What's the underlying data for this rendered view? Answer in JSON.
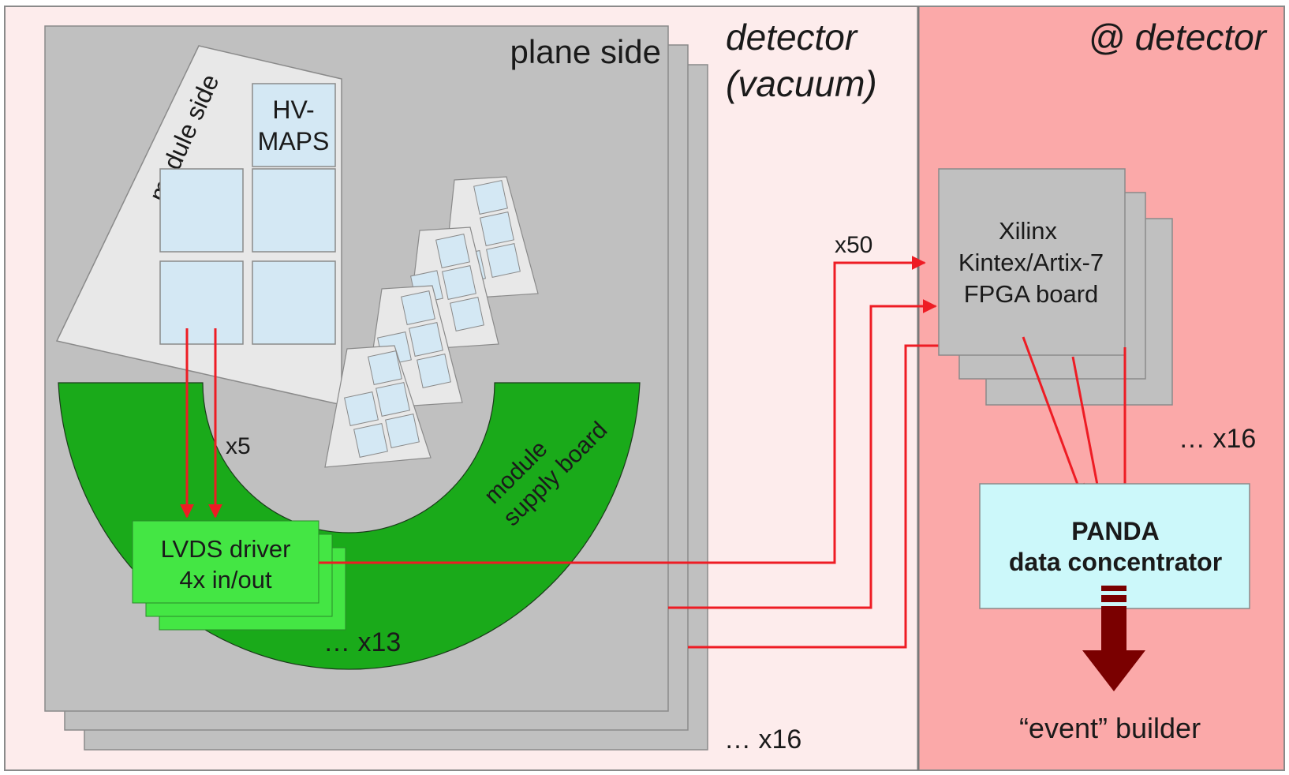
{
  "regions": {
    "vacuum_title_line1": "detector",
    "vacuum_title_line2": "(vacuum)",
    "atdetector_title": "@ detector"
  },
  "plane": {
    "label": "plane side",
    "multiplicity": "… x16"
  },
  "module": {
    "label": "module side",
    "chip_label_line1": "HV-",
    "chip_label_line2": "MAPS"
  },
  "supply_board": {
    "label_line1": "module",
    "label_line2": "supply board"
  },
  "lvds": {
    "label_line1": "LVDS driver",
    "label_line2": "4x in/out",
    "multiplicity": "… x13",
    "input_multiplicity": "x5"
  },
  "links": {
    "multiplicity": "x50"
  },
  "fpga": {
    "label_line1": "Xilinx",
    "label_line2": "Kintex/Artix-7",
    "label_line3": "FPGA board",
    "multiplicity": "… x16"
  },
  "concentrator": {
    "label_line1": "PANDA",
    "label_line2": "data concentrator"
  },
  "output": {
    "label": "“event” builder"
  },
  "colors": {
    "vacuum_bg": "#fdecec",
    "atdetector_bg": "#fba9a9",
    "plane_gray": "#c0c0c0",
    "module_light": "#e8e8e8",
    "chip_blue": "#d4e8f4",
    "board_green": "#1aaa1a",
    "lvds_green": "#44e644",
    "signal_red": "#ee1c24",
    "concentrator_cyan": "#ccf8fa",
    "output_dark_red": "#7a0000"
  }
}
